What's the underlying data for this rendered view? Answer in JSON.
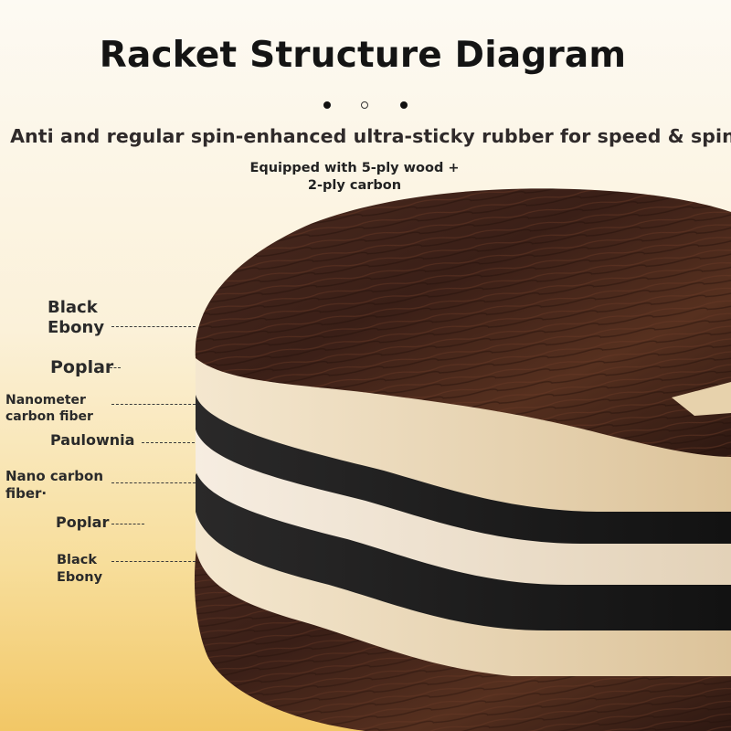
{
  "header": {
    "title": "Racket Structure Diagram",
    "subtitle": "Anti and regular spin-enhanced ultra-sticky rubber for speed & spin",
    "note_line1": "Equipped with 5-ply wood +",
    "note_line2": "2-ply carbon"
  },
  "layers": [
    {
      "line1": "Black",
      "line2": "Ebony"
    },
    {
      "line1": "Poplar"
    },
    {
      "line1": "Nanometer",
      "line2": "carbon fiber"
    },
    {
      "line1": "Paulownia"
    },
    {
      "line1": "Nano carbon",
      "line2": "fiber·"
    },
    {
      "line1": "Poplar"
    },
    {
      "line1": "Black",
      "line2": "Ebony"
    }
  ],
  "colors": {
    "ebony": "#3f2219",
    "poplar": "#ecdcc0",
    "carbon": "#1d1c1c",
    "paulownia": "#f1e6d6",
    "background_bottom": "#f2c766"
  }
}
